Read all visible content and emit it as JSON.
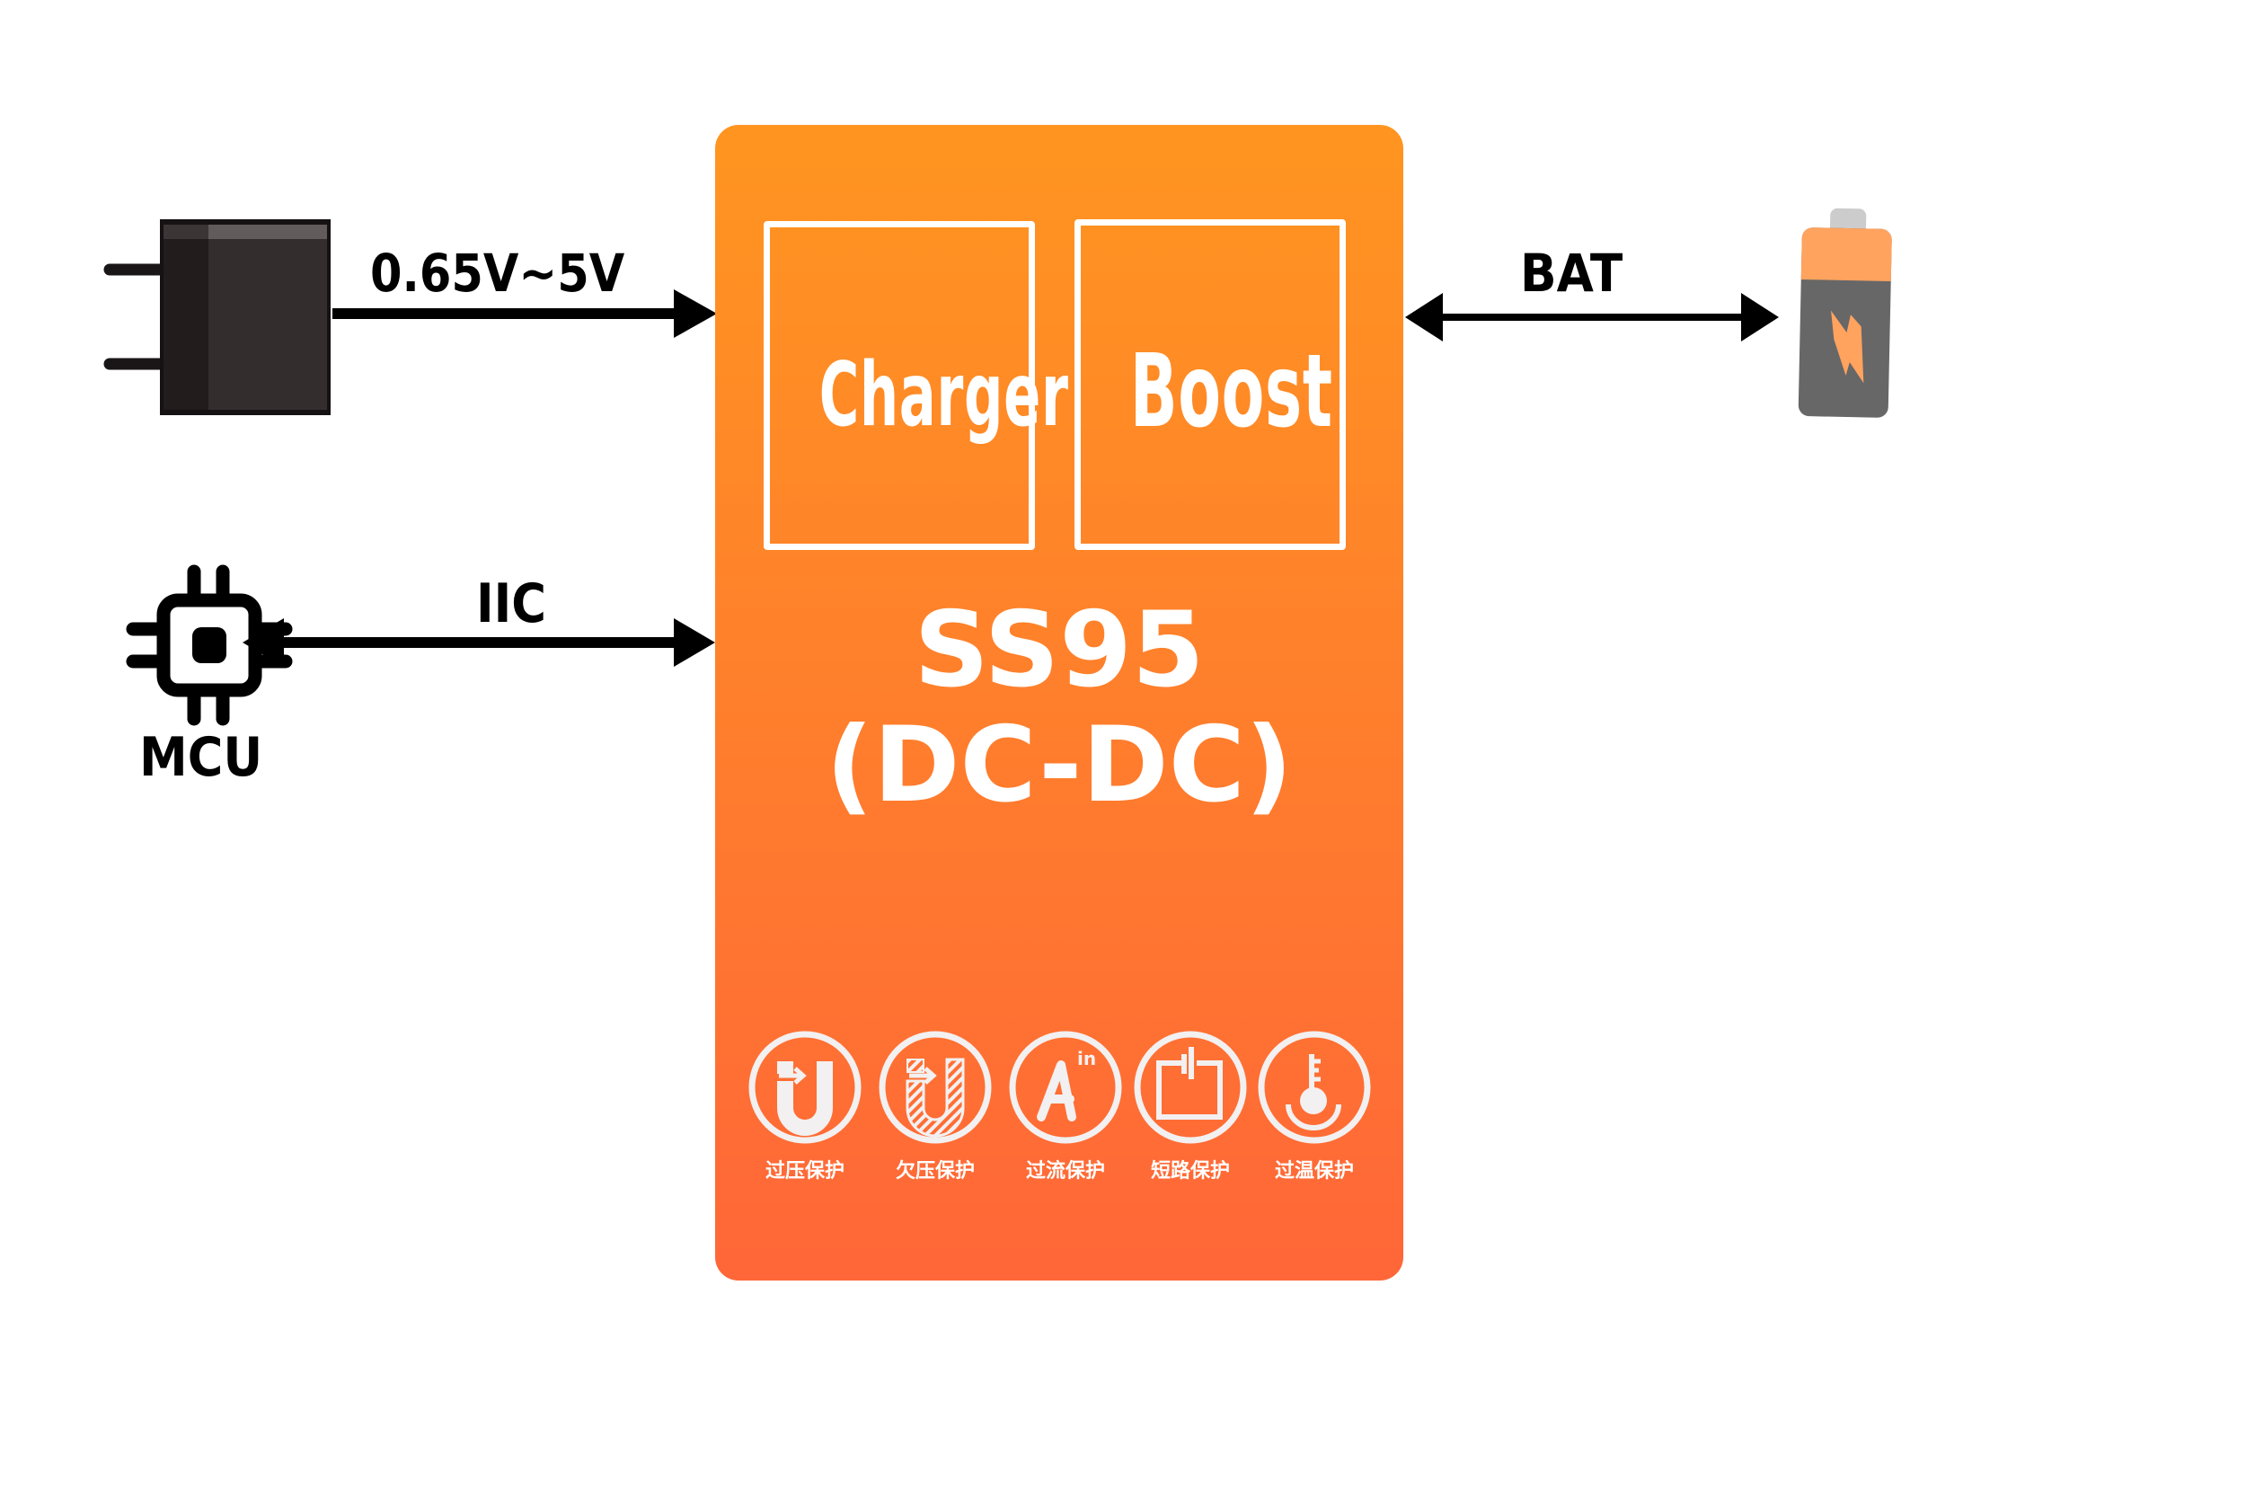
{
  "diagram": {
    "chip": {
      "name": "SS95",
      "type": "(DC-DC)",
      "blocks": [
        {
          "label": "Charger"
        },
        {
          "label": "Boost"
        }
      ],
      "gradient_top": "#ff9520",
      "gradient_bottom": "#ff6638"
    },
    "connections": {
      "power_input": {
        "label": "0.65V~5V",
        "direction": "to-chip",
        "source_icon": "power-adapter-icon"
      },
      "mcu": {
        "label": "IIC",
        "direction": "bidirectional",
        "device_label": "MCU",
        "device_icon": "microchip-icon"
      },
      "battery": {
        "label": "BAT",
        "direction": "bidirectional",
        "device_icon": "battery-icon"
      }
    },
    "protections": [
      {
        "icon": "overvoltage-icon",
        "label": "过压保护"
      },
      {
        "icon": "undervoltage-icon",
        "label": "欠压保护"
      },
      {
        "icon": "overcurrent-icon",
        "label": "过流保护"
      },
      {
        "icon": "short-circuit-icon",
        "label": "短路保护"
      },
      {
        "icon": "overtemperature-icon",
        "label": "过温保护"
      }
    ]
  }
}
